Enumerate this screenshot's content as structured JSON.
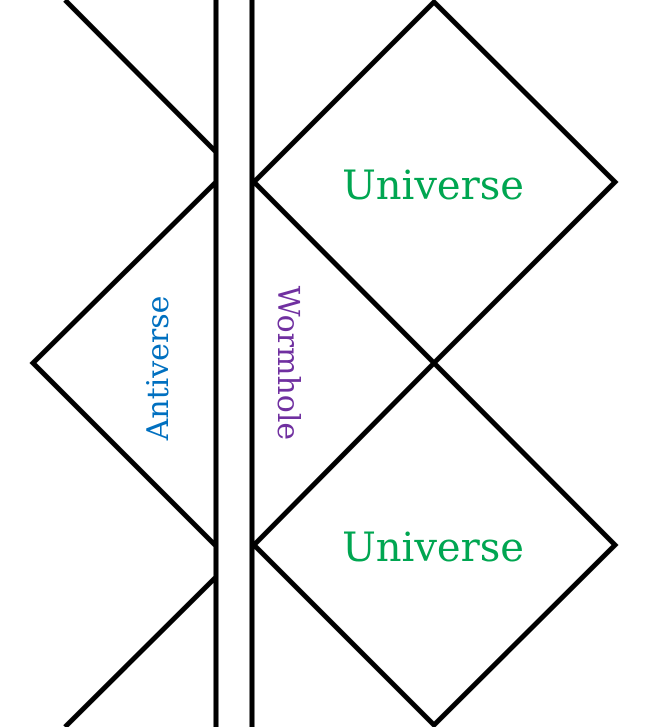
{
  "labels": {
    "universe_top": "Universe",
    "universe_bottom": "Universe",
    "antiverse": "Antiverse",
    "wormhole": "Wormhole"
  },
  "colors": {
    "universe": "#00a651",
    "antiverse": "#0070c0",
    "wormhole": "#7030a0",
    "stroke": "#000000",
    "background": "#ffffff"
  }
}
